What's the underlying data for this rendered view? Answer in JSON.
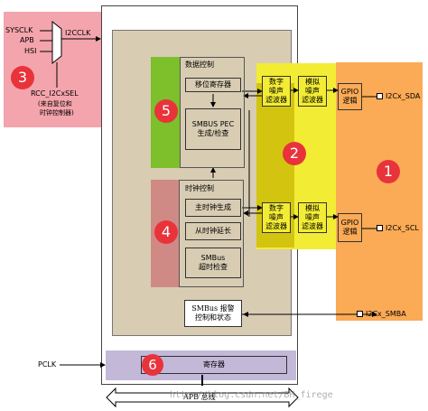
{
  "regions": {
    "clock_select": {
      "num": "3",
      "color": "#f4a4ac"
    },
    "gpio": {
      "num": "1",
      "color": "#fbaa55"
    },
    "filters": {
      "num": "2",
      "color": "#f3ec34"
    },
    "data_control": {
      "num": "5",
      "color": "#7ebf2c"
    },
    "clock_control": {
      "num": "4",
      "color": "#cf8a86"
    },
    "register": {
      "num": "6",
      "color": "#c3b8d8"
    },
    "core": {
      "color": "#d8ccb3"
    }
  },
  "mux": {
    "inputs": [
      "SYSCLK",
      "APB",
      "HSI"
    ],
    "output": "I2CCLK",
    "select": "RCC_I2CxSEL",
    "note_line1": "(来自复位和",
    "note_line2": "时钟控制器)"
  },
  "data_control": {
    "title": "数据控制",
    "shift_reg": "移位寄存器",
    "smbus_pec_line1": "SMBUS PEC",
    "smbus_pec_line2": "生成/检查"
  },
  "clock_control": {
    "title": "时钟控制",
    "master_clock": "主时钟生成",
    "slave_clock": "从时钟延长",
    "smbus_timeout_line1": "SMBus",
    "smbus_timeout_line2": "超时检查"
  },
  "filters": {
    "digital_line1": "数字",
    "digital_line2": "噪声",
    "digital_line3": "滤波器",
    "analog_line1": "模拟",
    "analog_line2": "噪声",
    "analog_line3": "滤波器"
  },
  "gpio": {
    "label_line1": "GPIO",
    "label_line2": "逻辑"
  },
  "pins": {
    "sda": "I2Cx_SDA",
    "scl": "I2Cx_SCL",
    "smba": "I2Cx_SMBA"
  },
  "smbus_alert": {
    "line1": "SMBus 报警",
    "line2": "控制和状态"
  },
  "register": {
    "label": "寄存器"
  },
  "pclk": "PCLK",
  "apb_bus": "APB 总线",
  "watermark": "http://blog.csdn.net/BH_firege"
}
